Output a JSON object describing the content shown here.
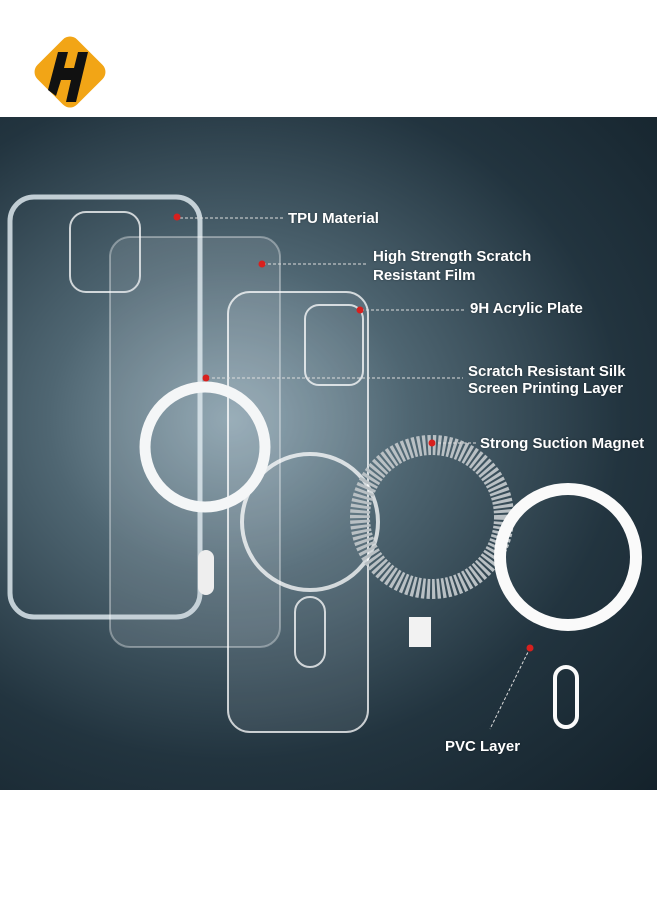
{
  "brand": {
    "logo_letter": "H",
    "logo_color": "#f2a516"
  },
  "diagram": {
    "labels": {
      "tpu": "TPU Material",
      "film_line1": "High Strength Scratch",
      "film_line2": "Resistant Film",
      "acrylic": "9H Acrylic Plate",
      "silk_line1": "Scratch Resistant Silk",
      "silk_line2": "Screen Printing Layer",
      "magnet": "Strong Suction Magnet",
      "pvc": "PVC Layer"
    },
    "marker_color": "#d8201e"
  }
}
